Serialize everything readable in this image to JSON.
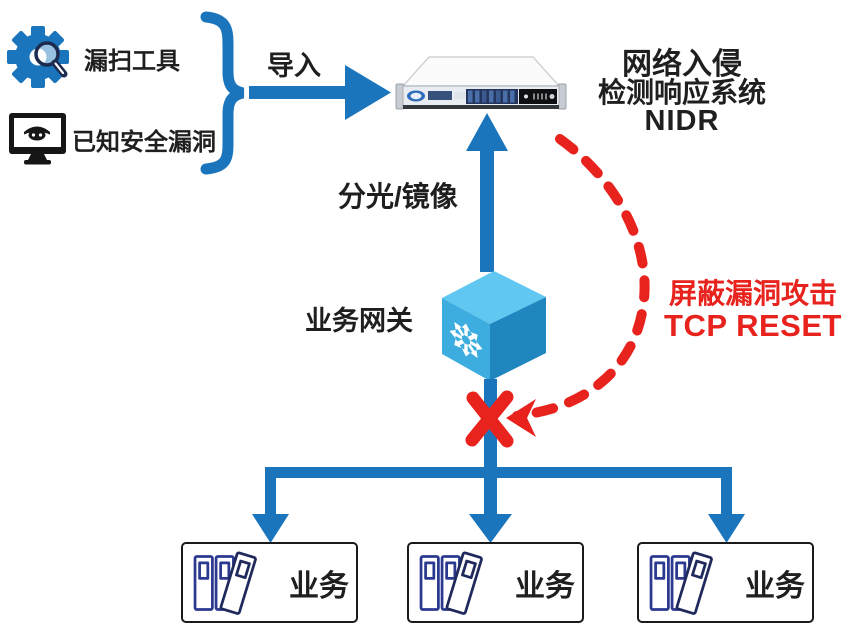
{
  "sources": {
    "scan_tool": "漏扫工具",
    "known_vulns": "已知安全漏洞"
  },
  "import_label": "导入",
  "nidr_system": {
    "line1": "网络入侵",
    "line2": "检测响应系统",
    "line3": "NIDR"
  },
  "tap_label": "分光/镜像",
  "gateway_label": "业务网关",
  "block_action": {
    "line1": "屏蔽漏洞攻击",
    "line2": "TCP RESET"
  },
  "services": [
    {
      "label": "业务"
    },
    {
      "label": "业务"
    },
    {
      "label": "业务"
    }
  ],
  "icons": {
    "scan_tool": "gear-magnifier-icon",
    "known_vulns": "monitor-bug-icon",
    "nidr_appliance": "rack-server-image",
    "gateway": "network-switch-cube-icon",
    "services": "binders-icon"
  },
  "colors": {
    "flow_blue": "#1b75bc",
    "cube_top": "#5fc7f0",
    "cube_front": "#3dade0",
    "cube_side": "#1f86c0",
    "alert_red": "#e8221c",
    "binder_navy": "#2b3990",
    "text_dark": "#1f1f1f"
  }
}
